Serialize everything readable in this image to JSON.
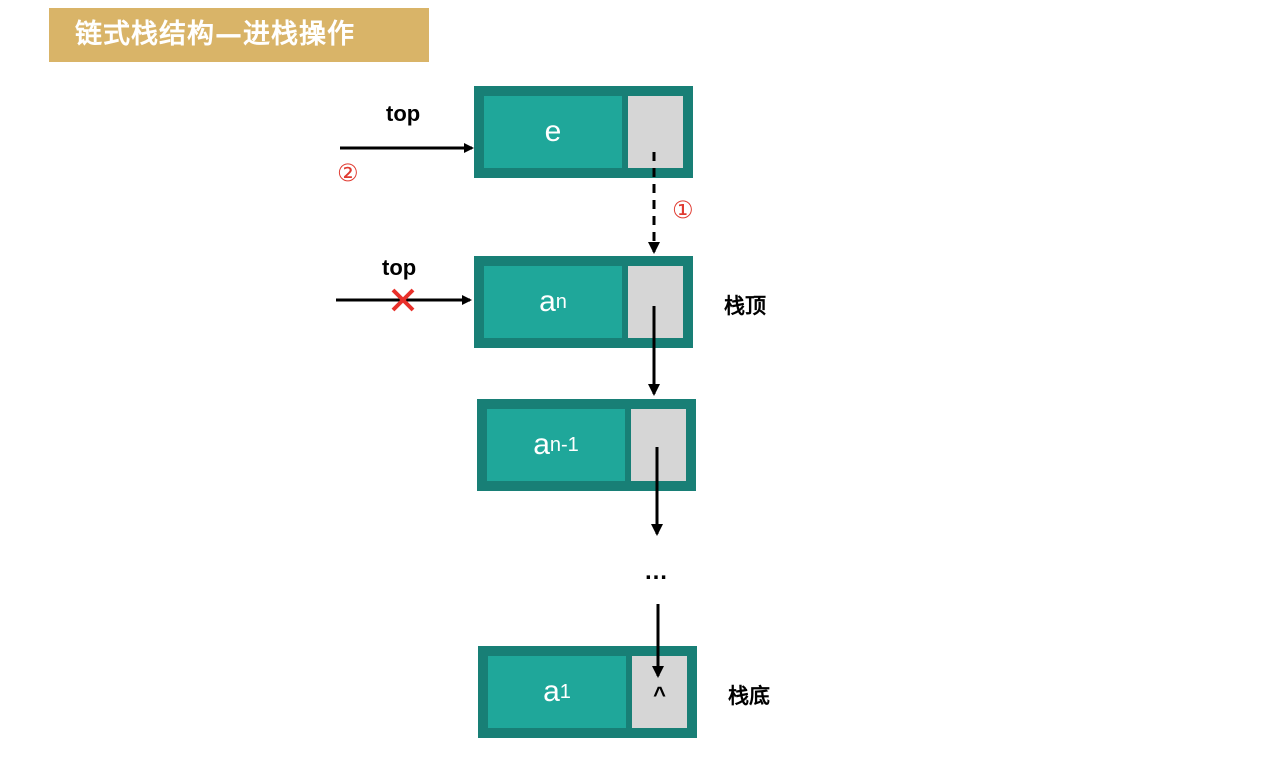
{
  "title": "链式栈结构—进栈操作",
  "nodes": {
    "new": {
      "data": "e",
      "sub": "",
      "ptr": ""
    },
    "an": {
      "data": "a",
      "sub": "n",
      "ptr": ""
    },
    "an1": {
      "data": "a",
      "sub": "n-1",
      "ptr": ""
    },
    "a1": {
      "data": "a",
      "sub": "1",
      "ptr": "^"
    }
  },
  "labels": {
    "top_new": "top",
    "top_old": "top",
    "stack_top": "栈顶",
    "stack_bottom": "栈底",
    "ellipsis": "…"
  },
  "steps": {
    "step1": "①",
    "step2": "②"
  },
  "colors": {
    "title_bg": "#d9b468",
    "node_border": "#187f76",
    "node_data": "#1fa79a",
    "node_ptr": "#d6d6d6",
    "step_red": "#e03a30"
  }
}
